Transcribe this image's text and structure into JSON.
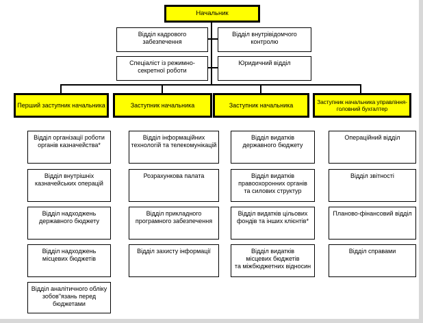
{
  "colors": {
    "highlight": "#ffff00",
    "box_fill": "#ffffff",
    "border": "#000000",
    "page_edge": "#d8d8d8"
  },
  "org": {
    "chief": "Начальник",
    "staff_row1": [
      "Відділ кадрового забезпечення",
      "Відділ внутрівідомчого контролю"
    ],
    "staff_row2": [
      "Спеціаліст із режимно-\nсекретної роботи",
      "Юридичний відділ"
    ],
    "deputies": [
      "Перший заступник начальника",
      "Заступник начальника",
      "Заступник начальника",
      "Заступник начальника управління-\nголовний бухгалтер"
    ],
    "columns": [
      {
        "departments": [
          "Відділ організації роботи\nорганів казначейства*",
          "Відділ внутрішніх\nказначейських операцій",
          "Відділ надходжень\nдержавного бюджету",
          "Відділ надходжень\nмісцевих бюджетів",
          "Відділ аналітичного обліку\nзобов\"язань перед бюджетами"
        ]
      },
      {
        "departments": [
          "Відділ інформаційних\nтехнологій та телекомунікацій",
          "Розрахункова палата",
          "Відділ прикладного\nпрограмного забезпечення",
          "Відділ захисту інформації"
        ]
      },
      {
        "departments": [
          "Відділ видатків\nдержавного бюджету",
          "Відділ видатків\nправоохоронних органів\nта силових структур",
          "Відділ видатків цільових\nфондів та інших клієнтів*",
          "Відділ видатків\nмісцевих бюджетів\nта міжбюджетних відносин"
        ]
      },
      {
        "departments": [
          "Операційний відділ",
          "Відділ звітності",
          "Планово-фінансовий відділ",
          "Відділ справами"
        ]
      }
    ]
  }
}
